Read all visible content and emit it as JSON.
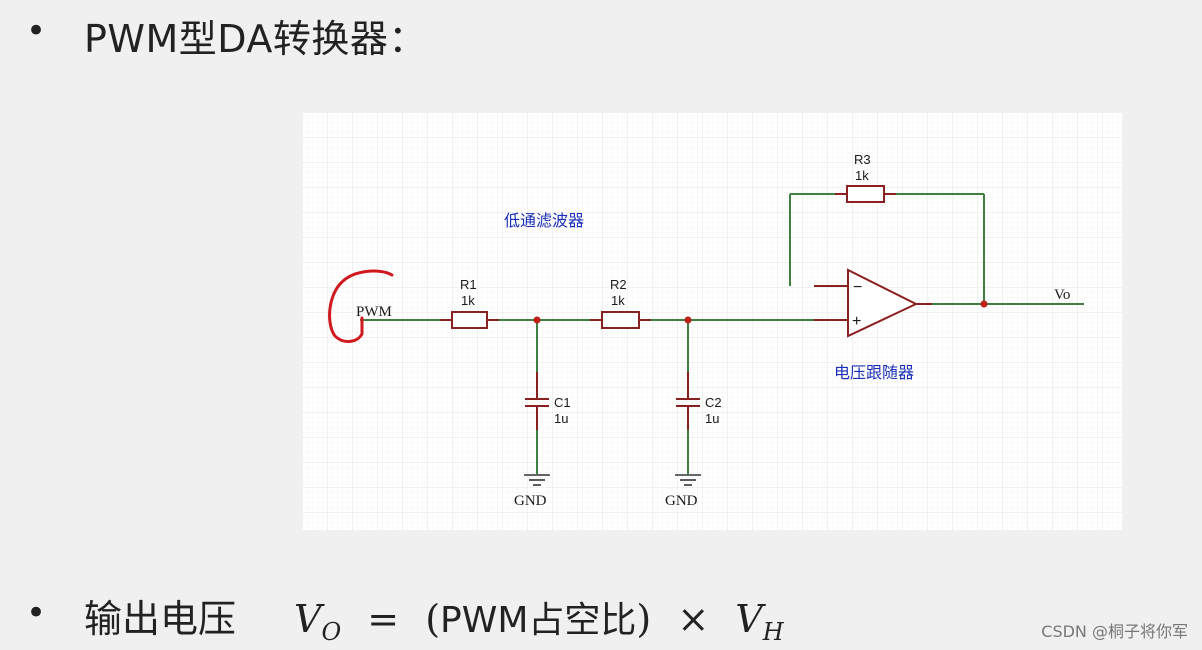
{
  "heading": "PWM型DA转换器：",
  "formula": {
    "label": "输出电压",
    "lhs_var": "V",
    "lhs_sub": "O",
    "equals": "=",
    "open": "(",
    "content": "PWM占空比",
    "close": ")",
    "times": "×",
    "rhs_var": "V",
    "rhs_sub": "H"
  },
  "schematic": {
    "input_label": "PWM",
    "filter_note": "低通滤波器",
    "follower_note": "电压跟随器",
    "output_label": "Vo",
    "r1": {
      "name": "R1",
      "value": "1k"
    },
    "r2": {
      "name": "R2",
      "value": "1k"
    },
    "r3": {
      "name": "R3",
      "value": "1k"
    },
    "c1": {
      "name": "C1",
      "value": "1u"
    },
    "c2": {
      "name": "C2",
      "value": "1u"
    },
    "gnd1": "GND",
    "gnd2": "GND",
    "opamp_minus": "−",
    "opamp_plus": "+",
    "colors": {
      "wire": "#3f7f3f",
      "component": "#8b2020",
      "node": "#c0201a",
      "note": "#1a2fb8",
      "annotation": "#d0181f"
    }
  },
  "watermark": "CSDN @桐子将你军"
}
